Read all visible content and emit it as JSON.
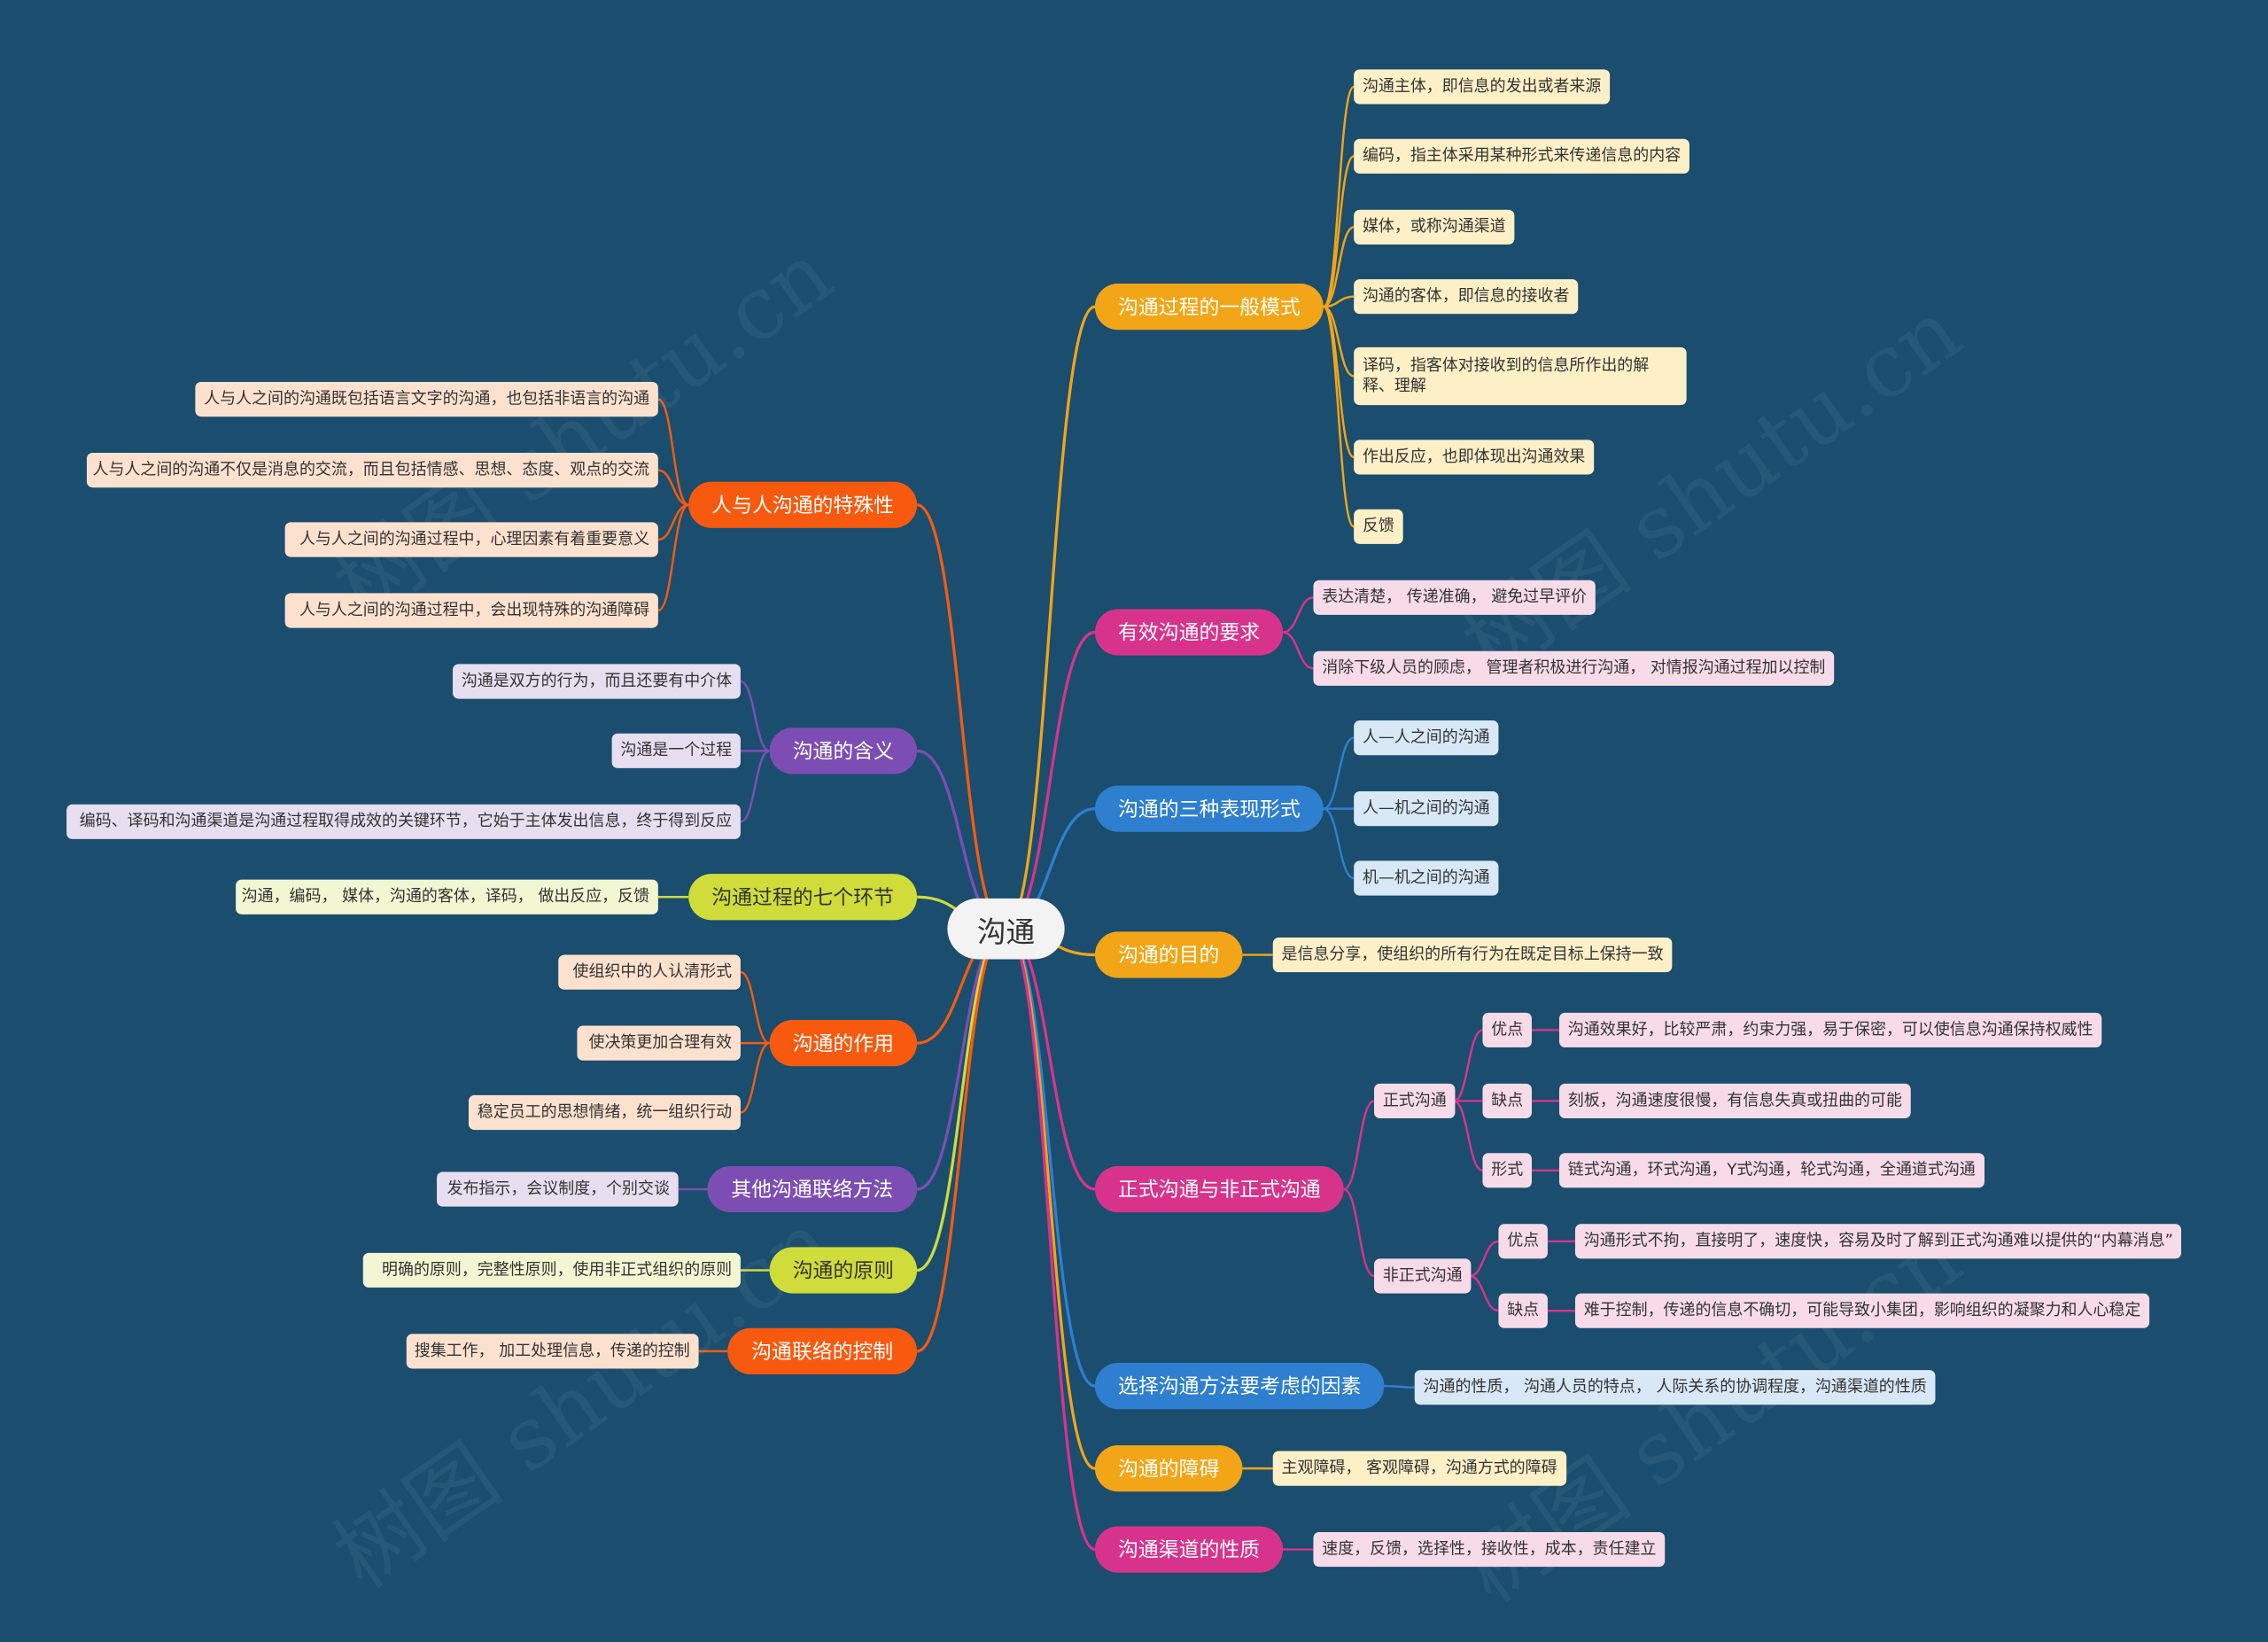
{
  "colors": {
    "background": "#1a4d6e",
    "yellow": "#f2a516",
    "orange": "#f75a0f",
    "magenta": "#d8338c",
    "purple": "#7c4eb4",
    "blue": "#2e7fcf",
    "lime": "#cfdc3a",
    "leaf_yellow": "#fdf0c6",
    "leaf_orange": "#fde1cf",
    "leaf_pink": "#f7dbe9",
    "leaf_purple": "#e7deef",
    "leaf_blue": "#d8e8f6",
    "leaf_lime": "#f3f6d2"
  },
  "root": {
    "label": "沟通"
  },
  "watermark": "树图 shutu.cn",
  "right_branches": {
    "model": {
      "label": "沟通过程的一般模式",
      "items": [
        "沟通主体，即信息的发出或者来源",
        "编码，指主体采用某种形式来传递信息的内容",
        "媒体，或称沟通渠道",
        "沟通的客体，即信息的接收者",
        "译码，指客体对接收到的信息所作出的解释、理解",
        "作出反应，也即体现出沟通效果",
        "反馈"
      ]
    },
    "requirements": {
      "label": "有效沟通的要求",
      "items": [
        "表达清楚， 传递准确， 避免过早评价",
        "消除下级人员的顾虑， 管理者积极进行沟通， 对情报沟通过程加以控制"
      ]
    },
    "forms": {
      "label": "沟通的三种表现形式",
      "items": [
        "人—人之间的沟通",
        "人—机之间的沟通",
        "机—机之间的沟通"
      ]
    },
    "purpose": {
      "label": "沟通的目的",
      "items": [
        "是信息分享，使组织的所有行为在既定目标上保持一致"
      ]
    },
    "formal": {
      "label": "正式沟通与非正式沟通",
      "formal_label": "正式沟通",
      "informal_label": "非正式沟通",
      "adv_label": "优点",
      "dis_label": "缺点",
      "form_label": "形式",
      "formal_adv": "沟通效果好，比较严肃，约束力强，易于保密，可以使信息沟通保持权威性",
      "formal_dis": "刻板，沟通速度很慢，有信息失真或扭曲的可能",
      "formal_form": "链式沟通，环式沟通，Y式沟通，轮式沟通，全通道式沟通",
      "informal_adv": "沟通形式不拘，直接明了，速度快，容易及时了解到正式沟通难以提供的“内幕消息”",
      "informal_dis": "难于控制，传递的信息不确切，可能导致小集团，影响组织的凝聚力和人心稳定"
    },
    "method": {
      "label": "选择沟通方法要考虑的因素",
      "items": [
        "沟通的性质， 沟通人员的特点， 人际关系的协调程度，沟通渠道的性质"
      ]
    },
    "barriers": {
      "label": "沟通的障碍",
      "items": [
        "主观障碍， 客观障碍，沟通方式的障碍"
      ]
    },
    "channels": {
      "label": "沟通渠道的性质",
      "items": [
        "速度，反馈，选择性，接收性，成本，责任建立"
      ]
    }
  },
  "left_branches": {
    "special": {
      "label": "人与人沟通的特殊性",
      "items": [
        "人与人之间的沟通既包括语言文字的沟通，也包括非语言的沟通",
        "人与人之间的沟通不仅是消息的交流，而且包括情感、思想、态度、观点的交流",
        "人与人之间的沟通过程中，心理因素有着重要意义",
        "人与人之间的沟通过程中，会出现特殊的沟通障碍"
      ]
    },
    "meaning": {
      "label": "沟通的含义",
      "items": [
        "沟通是双方的行为，而且还要有中介体",
        "沟通是一个过程",
        "编码、译码和沟通渠道是沟通过程取得成效的关键环节，它始于主体发出信息，终于得到反应"
      ]
    },
    "seven": {
      "label": "沟通过程的七个环节",
      "items": [
        "沟通，编码， 媒体，沟通的客体，译码， 做出反应，反馈"
      ]
    },
    "role": {
      "label": "沟通的作用",
      "items": [
        "使组织中的人认清形式",
        "使决策更加合理有效",
        "稳定员工的思想情绪，统一组织行动"
      ]
    },
    "other": {
      "label": "其他沟通联络方法",
      "items": [
        "发布指示，会议制度，个别交谈"
      ]
    },
    "principle": {
      "label": "沟通的原则",
      "items": [
        "明确的原则，完整性原则，使用非正式组织的原则"
      ]
    },
    "control": {
      "label": "沟通联络的控制",
      "items": [
        "搜集工作， 加工处理信息，传递的控制"
      ]
    }
  }
}
